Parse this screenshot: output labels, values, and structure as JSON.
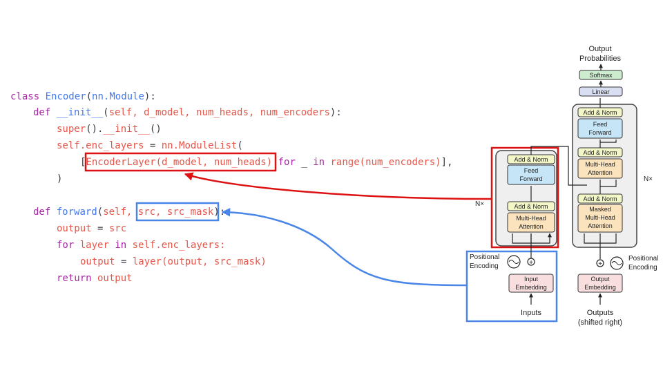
{
  "code": {
    "line1": {
      "kw": "class",
      "name": "Encoder",
      "paren": "(",
      "base": "nn.Module",
      "end": "):"
    },
    "line2": {
      "kw": "def",
      "name": "__init__",
      "open": "(",
      "args": "self, d_model, num_heads, num_encoders",
      "end": "):"
    },
    "line3": {
      "fn": "super",
      "mid": "().",
      "name": "__init__",
      "end": "()"
    },
    "line4": {
      "lhs": "self.enc_layers",
      "eq": " = ",
      "call": "nn.ModuleList",
      "end": "("
    },
    "line5": {
      "open": "[",
      "cls": "EncoderLayer",
      "args": "(d_model, num_heads)",
      "kw_for": "for",
      "mid": " _ ",
      "kw_in": "in",
      "range": "range",
      "range_args": "(num_encoders)",
      "end": "],"
    },
    "line6": {
      "text": ")"
    },
    "line7": {
      "kw": "def",
      "name": "forward",
      "open": "(",
      "self": "self, ",
      "params": "src, src_mask",
      "end": "):"
    },
    "line8": {
      "lhs": "output",
      "eq": " = ",
      "rhs": "src"
    },
    "line9": {
      "kw_for": "for",
      "var": " layer ",
      "kw_in": "in",
      "rhs": " self.enc_layers:"
    },
    "line10": {
      "lhs": "output",
      "eq": " = ",
      "call": "layer",
      "args": "(output, src_mask)"
    },
    "line11": {
      "kw": "return",
      "rhs": " output"
    }
  },
  "diagram": {
    "output_probs_1": "Output",
    "output_probs_2": "Probabilities",
    "softmax": "Softmax",
    "linear": "Linear",
    "add_norm": "Add & Norm",
    "feed_forward_1": "Feed",
    "feed_forward_2": "Forward",
    "mha_1": "Multi-Head",
    "mha_2": "Attention",
    "masked_1": "Masked",
    "masked_2": "Multi-Head",
    "masked_3": "Attention",
    "nx": "N×",
    "pos_enc_1": "Positional",
    "pos_enc_2": "Encoding",
    "input_emb_1": "Input",
    "input_emb_2": "Embedding",
    "output_emb_1": "Output",
    "output_emb_2": "Embedding",
    "inputs": "Inputs",
    "outputs_1": "Outputs",
    "outputs_2": "(shifted right)"
  },
  "colors": {
    "red_highlight": "#dd1111",
    "blue_highlight": "#4a86e8",
    "add_norm_fill": "#f3f7c8",
    "ff_fill": "#c6e6f8",
    "mha_fill": "#fbe3bd",
    "emb_fill": "#f8dede",
    "softmax_fill": "#cdecce",
    "linear_fill": "#d9def3",
    "block_fill": "#efefef"
  }
}
